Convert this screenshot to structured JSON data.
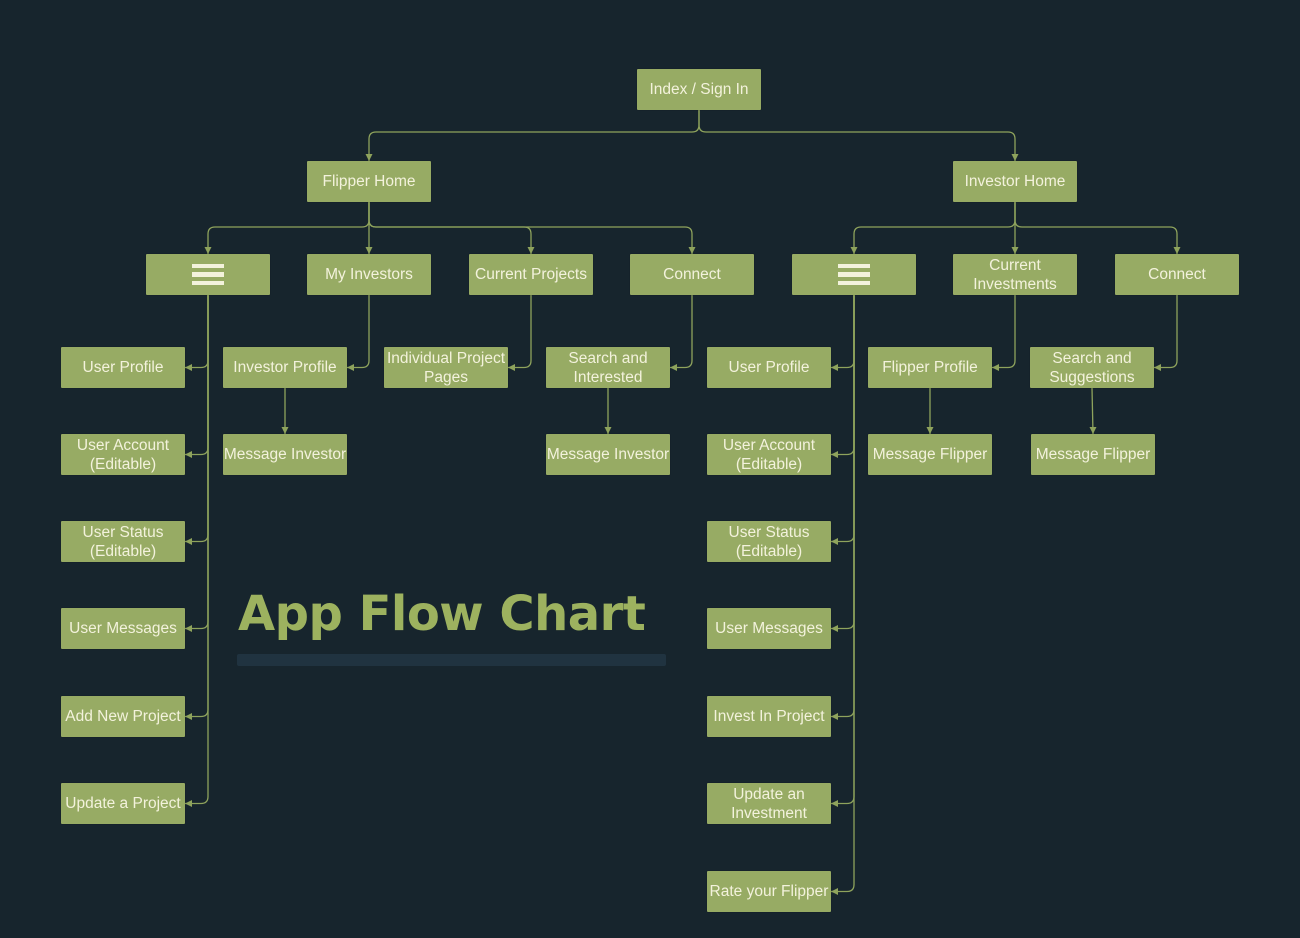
{
  "title": "App Flow Chart",
  "colors": {
    "background": "#17252d",
    "node": "#97ab64",
    "node_text": "#f3f2dc",
    "link": "#8ea35c",
    "title": "#9db25f",
    "title_bar": "#203340"
  },
  "nodes": [
    {
      "id": "root",
      "label": "Index / Sign In"
    },
    {
      "id": "flipper-home",
      "label": "Flipper Home"
    },
    {
      "id": "investor-home",
      "label": "Investor Home"
    },
    {
      "id": "flipper-menu",
      "label": "",
      "icon": "hamburger-menu-icon"
    },
    {
      "id": "my-investors",
      "label": "My Investors"
    },
    {
      "id": "current-projects",
      "label": "Current Projects"
    },
    {
      "id": "flipper-connect",
      "label": "Connect"
    },
    {
      "id": "investor-menu",
      "label": "",
      "icon": "hamburger-menu-icon"
    },
    {
      "id": "current-investments",
      "label": "Current Investments"
    },
    {
      "id": "investor-connect",
      "label": "Connect"
    },
    {
      "id": "f-user-profile",
      "label": "User Profile"
    },
    {
      "id": "f-user-account",
      "label": "User Account (Editable)"
    },
    {
      "id": "f-user-status",
      "label": "User Status (Editable)"
    },
    {
      "id": "f-user-messages",
      "label": "User Messages"
    },
    {
      "id": "f-add-project",
      "label": "Add New Project"
    },
    {
      "id": "f-update-project",
      "label": "Update a Project"
    },
    {
      "id": "investor-profile",
      "label": "Investor Profile"
    },
    {
      "id": "message-investor-1",
      "label": "Message Investor"
    },
    {
      "id": "individual-project-pages",
      "label": "Individual Project Pages"
    },
    {
      "id": "search-interested",
      "label": "Search and Interested"
    },
    {
      "id": "message-investor-2",
      "label": "Message Investor"
    },
    {
      "id": "i-user-profile",
      "label": "User Profile"
    },
    {
      "id": "i-user-account",
      "label": "User Account (Editable)"
    },
    {
      "id": "i-user-status",
      "label": "User Status (Editable)"
    },
    {
      "id": "i-user-messages",
      "label": "User Messages"
    },
    {
      "id": "i-invest-project",
      "label": "Invest In Project"
    },
    {
      "id": "i-update-investment",
      "label": "Update an Investment"
    },
    {
      "id": "i-rate-flipper",
      "label": "Rate your Flipper"
    },
    {
      "id": "flipper-profile",
      "label": "Flipper Profile"
    },
    {
      "id": "message-flipper-1",
      "label": "Message Flipper"
    },
    {
      "id": "search-suggestions",
      "label": "Search and Suggestions"
    },
    {
      "id": "message-flipper-2",
      "label": "Message Flipper"
    }
  ],
  "edges": [
    [
      "root",
      "flipper-home"
    ],
    [
      "root",
      "investor-home"
    ],
    [
      "flipper-home",
      "flipper-menu"
    ],
    [
      "flipper-home",
      "my-investors"
    ],
    [
      "flipper-home",
      "current-projects"
    ],
    [
      "flipper-home",
      "flipper-connect"
    ],
    [
      "investor-home",
      "investor-menu"
    ],
    [
      "investor-home",
      "current-investments"
    ],
    [
      "investor-home",
      "investor-connect"
    ],
    [
      "flipper-menu",
      "f-user-profile"
    ],
    [
      "flipper-menu",
      "f-user-account"
    ],
    [
      "flipper-menu",
      "f-user-status"
    ],
    [
      "flipper-menu",
      "f-user-messages"
    ],
    [
      "flipper-menu",
      "f-add-project"
    ],
    [
      "flipper-menu",
      "f-update-project"
    ],
    [
      "my-investors",
      "investor-profile"
    ],
    [
      "investor-profile",
      "message-investor-1"
    ],
    [
      "current-projects",
      "individual-project-pages"
    ],
    [
      "flipper-connect",
      "search-interested"
    ],
    [
      "search-interested",
      "message-investor-2"
    ],
    [
      "investor-menu",
      "i-user-profile"
    ],
    [
      "investor-menu",
      "i-user-account"
    ],
    [
      "investor-menu",
      "i-user-status"
    ],
    [
      "investor-menu",
      "i-user-messages"
    ],
    [
      "investor-menu",
      "i-invest-project"
    ],
    [
      "investor-menu",
      "i-update-investment"
    ],
    [
      "investor-menu",
      "i-rate-flipper"
    ],
    [
      "current-investments",
      "flipper-profile"
    ],
    [
      "flipper-profile",
      "message-flipper-1"
    ],
    [
      "investor-connect",
      "search-suggestions"
    ],
    [
      "search-suggestions",
      "message-flipper-2"
    ]
  ]
}
